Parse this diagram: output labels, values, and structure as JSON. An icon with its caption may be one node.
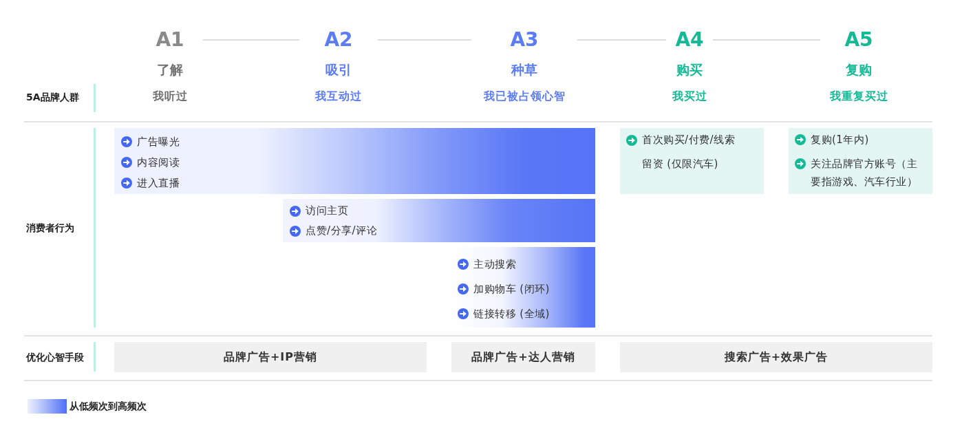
{
  "diagram": {
    "nodes": [
      {
        "text": [
          "A1",
          "了解",
          "我听过"
        ]
      },
      {
        "text": [
          "A2",
          "吸引",
          "我互动过"
        ]
      },
      {
        "text": [
          "A3",
          "种草",
          "我已被占领心智"
        ]
      },
      {
        "text": [
          "A4",
          "购买",
          "我买过"
        ]
      },
      {
        "text": [
          "A5",
          "复购",
          "我重复买过"
        ]
      },
      {
        "text": [
          "广告曝光",
          "内容阅读",
          "进入直播"
        ]
      },
      {
        "text": [
          "访问主页",
          "点赞/分享/评论"
        ]
      },
      {
        "text": [
          "主动搜索",
          "加购物车 (闭环)",
          "链接转移 (全域)"
        ]
      },
      {
        "text": [
          "首次购买/付费/线索留资 (仅限汽车)"
        ]
      },
      {
        "text": [
          "复购(1年内)",
          "关注品牌官方账号（主要指游戏、汽车行业）"
        ]
      },
      {
        "text": [
          "品牌广告+IP营销"
        ]
      },
      {
        "text": [
          "品牌广告+达人营销"
        ]
      },
      {
        "text": [
          "搜索广告+效果广告"
        ]
      }
    ],
    "edges": [
      {
        "from": 0,
        "to": 1,
        "arrow": "none"
      },
      {
        "from": 1,
        "to": 2,
        "arrow": "none"
      },
      {
        "from": 2,
        "to": 3,
        "arrow": "none"
      },
      {
        "from": 3,
        "to": 4,
        "arrow": "none"
      }
    ],
    "labels": [
      "5A品牌人群",
      "消费者行为",
      "优化心智手段"
    ],
    "legend": [
      {
        "text": "从低频次到高频次"
      }
    ]
  }
}
